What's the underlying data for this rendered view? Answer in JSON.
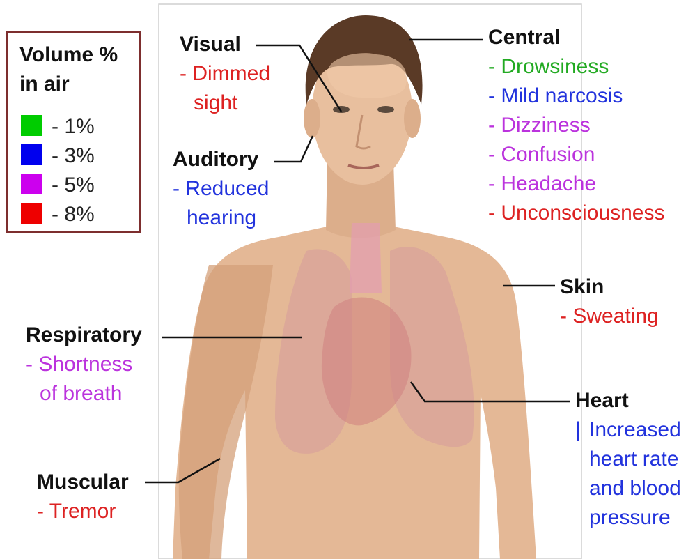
{
  "legend": {
    "title_line1": "Volume %",
    "title_line2": "in air",
    "items": [
      {
        "label": "- 1%",
        "color": "#00cc00"
      },
      {
        "label": "- 3%",
        "color": "#0000ee"
      },
      {
        "label": "- 5%",
        "color": "#cc00ee"
      },
      {
        "label": "- 8%",
        "color": "#ee0000"
      }
    ]
  },
  "colors": {
    "green": "#22aa22",
    "blue": "#2233dd",
    "purple": "#bb33dd",
    "red": "#dd2222",
    "leader": "#111111",
    "skin": "#e2b592"
  },
  "systems": {
    "visual": {
      "title": "Visual",
      "lines": [
        "- Dimmed",
        "sight"
      ]
    },
    "auditory": {
      "title": "Auditory",
      "lines": [
        "- Reduced",
        "hearing"
      ]
    },
    "respiratory": {
      "title": "Respiratory",
      "lines": [
        "- Shortness",
        "of breath"
      ]
    },
    "muscular": {
      "title": "Muscular",
      "lines": [
        "- Tremor"
      ]
    },
    "central": {
      "title": "Central",
      "lines": [
        "- Drowsiness",
        "- Mild narcosis",
        "- Dizziness",
        "- Confusion",
        "- Headache",
        "- Unconsciousness"
      ]
    },
    "skin": {
      "title": "Skin",
      "lines": [
        "- Sweating"
      ]
    },
    "heart": {
      "title": "Heart",
      "lines": [
        "Increased",
        "heart rate",
        "and blood",
        "pressure"
      ]
    }
  }
}
